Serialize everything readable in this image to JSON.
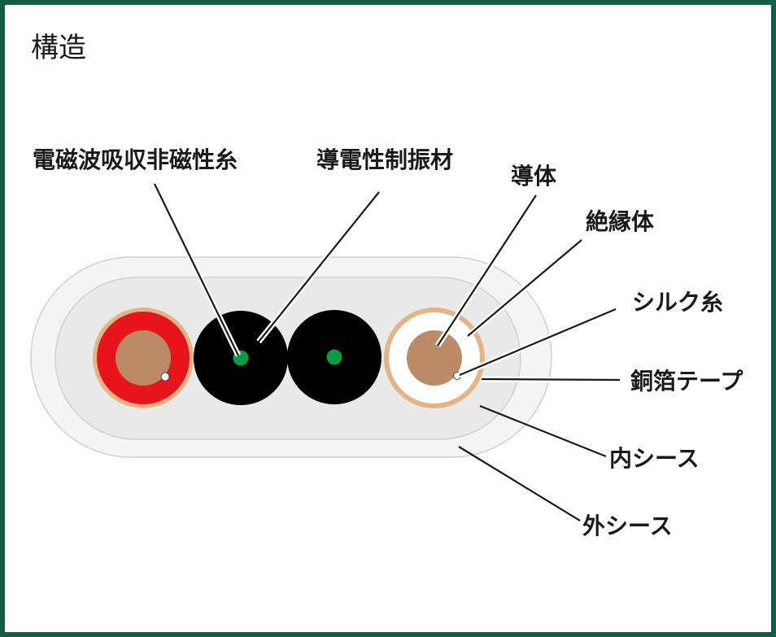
{
  "title": "構造",
  "labels": {
    "emi_absorbing_yarn": "電磁波吸収非磁性糸",
    "conductive_damping": "導電性制振材",
    "conductor": "導体",
    "insulator": "絶縁体",
    "silk_yarn": "シルク糸",
    "copper_foil_tape": "銅箔テープ",
    "inner_sheath": "内シース",
    "outer_sheath": "外シース"
  },
  "colors": {
    "frame": "#0f5e45",
    "outer_sheath": "#f4f4f4",
    "inner_sheath": "#e9e9e9",
    "copper": "#e2b486",
    "red_insulator": "#e8141b",
    "conductor": "#bd8a68",
    "black_core": "#000000",
    "green_center": "#0a9b45"
  }
}
